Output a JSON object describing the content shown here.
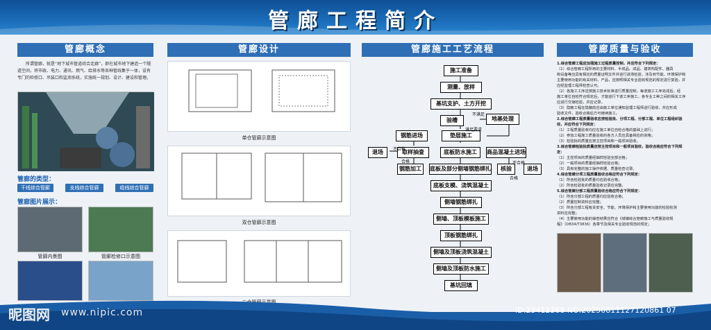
{
  "header": {
    "title": "管廊工程简介"
  },
  "sections": {
    "concept": "管廊概念",
    "design": "管廊设计",
    "process": "管廊施工工艺流程",
    "quality": "管廊质量与验收"
  },
  "concept": {
    "text": "所谓管廊，就是“地下城市管道综合走廊”，即在城市地下建造一个隧道空间，将市政、电力、通讯、燃气、给排水等各种管线集于一体，设有专门的检修口、吊装口和监测系统，实施统一规划、设计、建设和管理。",
    "types_heading": "管廊的类型：",
    "types": [
      "干线综合管廊",
      "支线综合管廊",
      "缆线综合管廊"
    ],
    "gallery_heading": "管廊图片展示：",
    "captions": [
      "管廊内景图",
      "管廊检修口示意图",
      "",
      ""
    ]
  },
  "design": {
    "captions": [
      "单仓管廊示意图",
      "双仓管廊示意图",
      "三仓管廊示意图"
    ]
  },
  "flow": {
    "steps": [
      "施工准备",
      "测量、放样",
      "基坑支护、土方开挖",
      "验槽",
      "地基处理",
      "垫层施工",
      "钢筋进场",
      "取样抽查",
      "退场",
      "钢筋加工",
      "底板防水施工",
      "商品混凝土进场",
      "底板及部分侧墙钢筋绑扎",
      "核验",
      "退场",
      "底板支模、浇筑混凝土",
      "侧墙钢筋绑扎",
      "侧墙、顶板模板施工",
      "顶板钢筋绑扎",
      "侧墙及顶板浇筑混凝土",
      "侧墙及顶板防水施工",
      "基坑回填"
    ],
    "notes": {
      "unmet": "不满足",
      "met_req": "满足要求",
      "fail": "不合格",
      "pass": "合格"
    }
  },
  "quality": {
    "lines": [
      {
        "t": "1.综合管廊工程应加强施工过程质量控制，并应符合下列规定：",
        "b": true
      },
      {
        "t": "（1）综合管廊工程所用的主要材料、半成品、成品、建筑构配件、器具",
        "b": false
      },
      {
        "t": "和设备等应具有相应的质量证明文件并进行进场检验，涉及到节能、环境保护和",
        "b": false
      },
      {
        "t": "主要使用功能的有关材料、产品，应按照相关专业验收规范的规定进行复验，并",
        "b": false
      },
      {
        "t": "应经监理工程师检查认可。",
        "b": false
      },
      {
        "t": "（2）各施工工序应按施工技术标准进行质量控制，每道施工工序完成后，经",
        "b": false
      },
      {
        "t": "施工单位自检符合规定后，才能进行下道工序施工。各专业工种之间的相关工序",
        "b": false
      },
      {
        "t": "应进行交接检验，并应记录。",
        "b": false
      },
      {
        "t": "（3）隐蔽工程在隐蔽前应由施工单位通知监理工程师进行验收，并应形成",
        "b": false
      },
      {
        "t": "验收文件，验收合格后方可继续施工。",
        "b": false
      },
      {
        "t": "2.综合管廊工程质量验收应按检验批、分项工程、分部工程、单位工程组织验",
        "b": true
      },
      {
        "t": "收，并应符合下列规定：",
        "b": true
      },
      {
        "t": "（1）工程质量验收均应在施工单位自检合格的基础上进行；",
        "b": false
      },
      {
        "t": "（2）参加工程施工质量验收的各方人员应具备相应的资格；",
        "b": false
      },
      {
        "t": "（3）检验批的质量应按主控项目和一般项目验收。",
        "b": false
      },
      {
        "t": "3.综合管廊检验批质量应按主控项目和一般项目验收，验收合格应符合下列规",
        "b": true
      },
      {
        "t": "定：",
        "b": true
      },
      {
        "t": "（1）主控项目的质量经抽样检验全部合格；",
        "b": false
      },
      {
        "t": "（2）一般项目的质量经抽样检验合格；",
        "b": false
      },
      {
        "t": "（3）具有完整的施工操作依据、质量检查记录。",
        "b": false
      },
      {
        "t": "4.综合管廊分项工程质量验收合格应符合下列规定：",
        "b": true
      },
      {
        "t": "（1）所含检验批的质量均应验收合格；",
        "b": false
      },
      {
        "t": "（2）所含检验批的质量验收记录应完整。",
        "b": false
      },
      {
        "t": "5.综合管廊分部工程质量验收合格应符合下列规定：",
        "b": true
      },
      {
        "t": "（1）所含分部工程的质量均应验收合格；",
        "b": false
      },
      {
        "t": "（2）质量控制资料应完整；",
        "b": false
      },
      {
        "t": "（3）所含分部工程有关安全、节能、环境保护和主要使用功能的检验检测",
        "b": false
      },
      {
        "t": "资料应完整；",
        "b": false
      },
      {
        "t": "（4）主要使用功能的抽查结果应符合《城镇综合管廊施工与质量验收规",
        "b": false
      },
      {
        "t": "程》（DB34/T3836）各章节及相关专业验收规范的规定；",
        "b": false
      }
    ]
  },
  "footer": {
    "watermark": "昵图网",
    "url": "www.nipic.com",
    "id": "ID:23412368 NO:20250811127120861 07"
  },
  "colors": {
    "accent": "#2f6fb5",
    "header": "#0f4f96",
    "panel": "#eef2f7"
  }
}
